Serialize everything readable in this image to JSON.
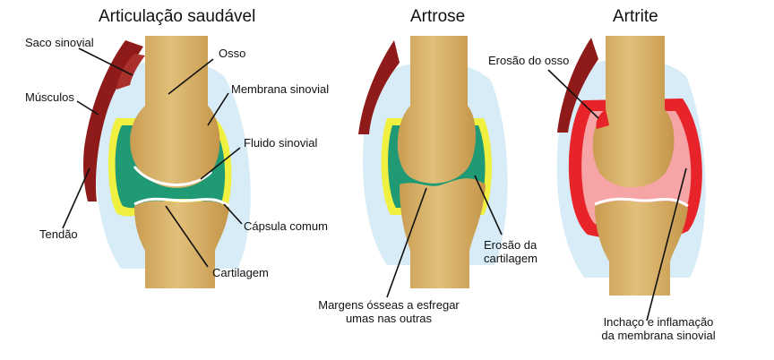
{
  "panels": {
    "healthy": {
      "title": "Articulação saudável",
      "labels": {
        "bursa": "Saco sinovial",
        "muscles": "Músculos",
        "tendon": "Tendão",
        "bone": "Osso",
        "synovial_membrane": "Membrana sinovial",
        "synovial_fluid": "Fluido sinovial",
        "capsule": "Cápsula comum",
        "cartilage": "Cartilagem"
      }
    },
    "arthrosis": {
      "title": "Artrose",
      "labels": {
        "bone_margins_line1": "Margens ósseas a esfregar",
        "bone_margins_line2": "umas nas outras",
        "cartilage_erosion_line1": "Erosão da",
        "cartilage_erosion_line2": "cartilagem"
      }
    },
    "arthritis": {
      "title": "Artrite",
      "labels": {
        "bone_erosion": "Erosão do osso",
        "swelling_line1": "Inchaço e inflamação",
        "swelling_line2": "da membrana sinovial"
      }
    }
  },
  "colors": {
    "bone": "#d8b26a",
    "capsule": "#d7ecf6",
    "muscle": "#8e1a1a",
    "membrane": "#f0f040",
    "fluid": "#1f9a74",
    "inflamed": "#e8242b",
    "inflamed_fluid": "#f6a4a6"
  }
}
